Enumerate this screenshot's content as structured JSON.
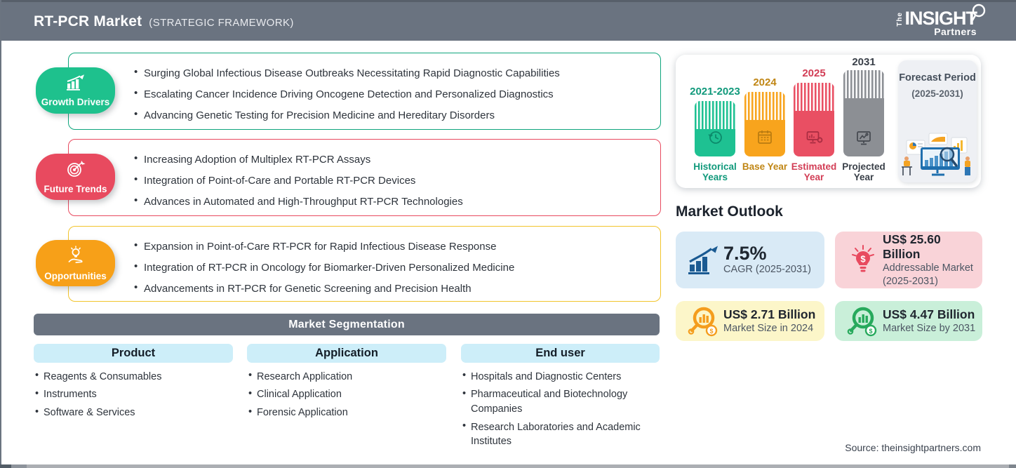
{
  "header": {
    "bg": "#6a7380",
    "title": "RT-PCR Market",
    "subtitle": "(STRATEGIC FRAMEWORK)",
    "logo": {
      "the": "The",
      "insight": "INSIGHT",
      "partners": "Partners"
    }
  },
  "framework": [
    {
      "label": "Growth Drivers",
      "badge_color": "#1ec18d",
      "border_color": "#0ea57c",
      "bullets": [
        "Surging Global Infectious Disease Outbreaks Necessitating Rapid Diagnostic Capabilities",
        "Escalating Cancer Incidence Driving Oncogene Detection and Personalized Diagnostics",
        "Advancing Genetic Testing for Precision Medicine and Hereditary Disorders"
      ]
    },
    {
      "label": "Future Trends",
      "badge_color": "#e84a5f",
      "border_color": "#e84a5f",
      "bullets": [
        "Increasing Adoption of Multiplex RT-PCR Assays",
        "Integration of Point-of-Care and Portable RT-PCR Devices",
        "Advances in Automated and High-Throughput RT-PCR Technologies"
      ]
    },
    {
      "label": "Opportunities",
      "badge_color": "#f7a018",
      "border_color": "#f2c42c",
      "bullets": [
        "Expansion in Point-of-Care RT-PCR for Rapid Infectious Disease Response",
        "Integration of RT-PCR in Oncology for Biomarker-Driven Personalized Medicine",
        "Advancements in RT-PCR for Genetic Screening and Precision Health"
      ]
    }
  ],
  "segmentation": {
    "title": "Market Segmentation",
    "bar_bg": "#6a7380",
    "header_bg": "#cdeef9",
    "columns": [
      {
        "header": "Product",
        "items": [
          "Reagents & Consumables",
          "Instruments",
          "Software & Services"
        ]
      },
      {
        "header": "Application",
        "items": [
          "Research Application",
          "Clinical Application",
          "Forensic Application"
        ]
      },
      {
        "header": "End user",
        "items": [
          "Hospitals and Diagnostic Centers",
          "Pharmaceutical and Biotechnology Companies",
          "Research Laboratories and Academic Institutes"
        ]
      }
    ]
  },
  "timeline": {
    "bars": [
      {
        "year": "2021-2023",
        "year_color": "#10997b",
        "bar_color": "#1ec192",
        "icon_color": "#0c8a6b",
        "label": "Historical Years",
        "icon": "history-clock-icon"
      },
      {
        "year": "2024",
        "year_color": "#c08615",
        "bar_color": "#f8a41d",
        "icon_color": "#b97b10",
        "label": "Base Year",
        "icon": "calendar-icon"
      },
      {
        "year": "2025",
        "year_color": "#d23d55",
        "bar_color": "#e94f63",
        "icon_color": "#a82c41",
        "label": "Estimated Year",
        "icon": "forecast-monitor-icon"
      },
      {
        "year": "2031",
        "year_color": "#3a4049",
        "bar_color": "#8c8f94",
        "icon_color": "#43474e",
        "label": "Projected Year",
        "icon": "projection-screen-icon"
      }
    ],
    "forecast_title": "Forecast Period",
    "forecast_range": "(2025-2031)"
  },
  "outlook": {
    "title": "Market Outlook",
    "cards": [
      {
        "value": "7.5%",
        "line1": "CAGR (2025-2031)",
        "line2": "",
        "bg": "#d9eaf6",
        "icon_color": "#1a5a92",
        "icon": "growth-arrow-chart-icon"
      },
      {
        "value": "US$ 25.60 Billion",
        "line1": "Addressable Market",
        "line2": "(2025-2031)",
        "bg": "#f9d3d8",
        "icon_color": "#e84a5f",
        "icon": "dollar-bulb-icon"
      },
      {
        "value": "US$ 2.71 Billion",
        "line1": "Market Size in 2024",
        "line2": "",
        "bg": "#fcf6c9",
        "icon_color": "#f49d1d",
        "icon": "magnifier-chart-icon"
      },
      {
        "value": "US$ 4.47 Billion",
        "line1": "Market Size by 2031",
        "line2": "",
        "bg": "#c9efd9",
        "icon_color": "#27a95c",
        "icon": "magnifier-chart-icon"
      }
    ]
  },
  "source": "Source: theinsightpartners.com"
}
